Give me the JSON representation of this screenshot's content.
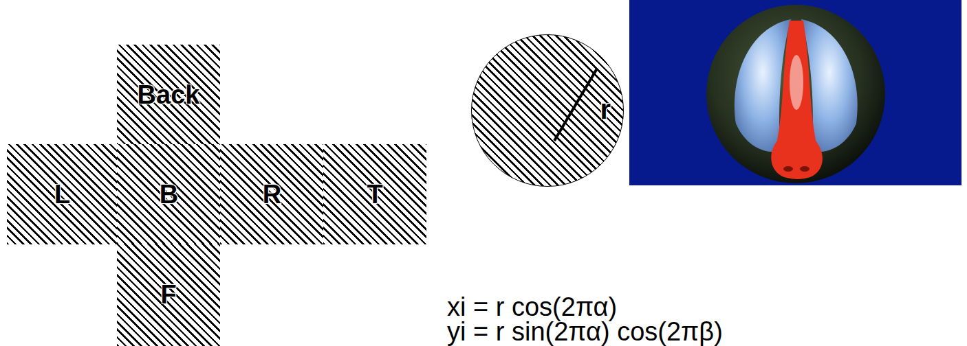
{
  "diagram": {
    "nodes": [
      {
        "text": [
          "Back"
        ]
      },
      {
        "text": [
          "L"
        ]
      },
      {
        "text": [
          "B"
        ]
      },
      {
        "text": [
          "R"
        ]
      },
      {
        "text": [
          "T"
        ]
      },
      {
        "text": [
          "F"
        ]
      },
      {
        "text": [
          "r"
        ]
      }
    ],
    "labels": [
      "xi = r cos(2πα)",
      "yi = r sin(2πα) cos(2πβ)"
    ]
  }
}
